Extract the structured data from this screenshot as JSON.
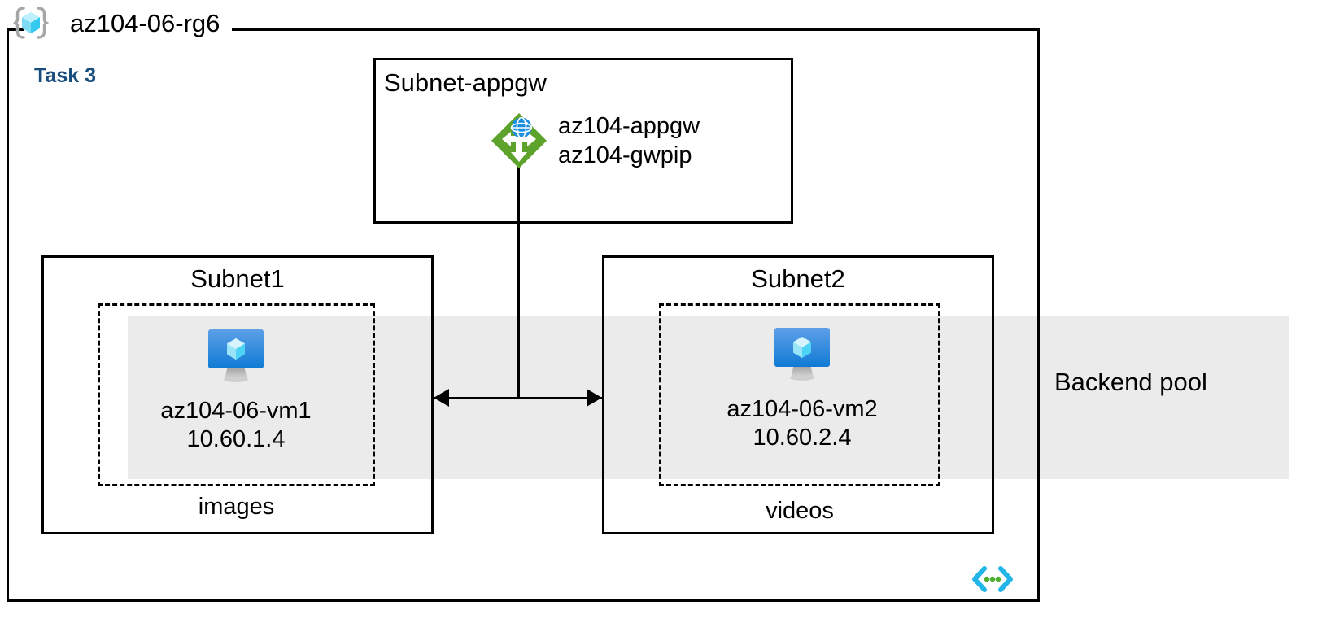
{
  "diagram": {
    "title": "az104-06-rg6",
    "task_label": "Task 3",
    "resource_group_icon": "resource-group-cube-icon",
    "code_icon": "code-brackets-icon",
    "colors": {
      "task_blue": "#194d7d",
      "backend_band": "#ebebeb",
      "appgw_green": "#5ca22b",
      "vm_blue": "#1c8ade",
      "cube_cyan": "#7fdcf5",
      "code_cyan": "#21b5e8",
      "code_green": "#4caf2e",
      "stroke": "#000000"
    }
  },
  "backend_pool": {
    "label": "Backend pool"
  },
  "appgw_subnet": {
    "title": "Subnet-appgw",
    "icon": "application-gateway-icon",
    "resources": [
      "az104-appgw",
      "az104-gwpip"
    ]
  },
  "subnets": [
    {
      "title": "Subnet1",
      "caption": "images",
      "vm": {
        "icon": "virtual-machine-icon",
        "name": "az104-06-vm1",
        "ip": "10.60.1.4"
      }
    },
    {
      "title": "Subnet2",
      "caption": "videos",
      "vm": {
        "icon": "virtual-machine-icon",
        "name": "az104-06-vm2",
        "ip": "10.60.2.4"
      }
    }
  ],
  "connectors": {
    "appgw_to_backend": "vertical-line",
    "subnet1_subnet2": "double-headed-arrow"
  }
}
